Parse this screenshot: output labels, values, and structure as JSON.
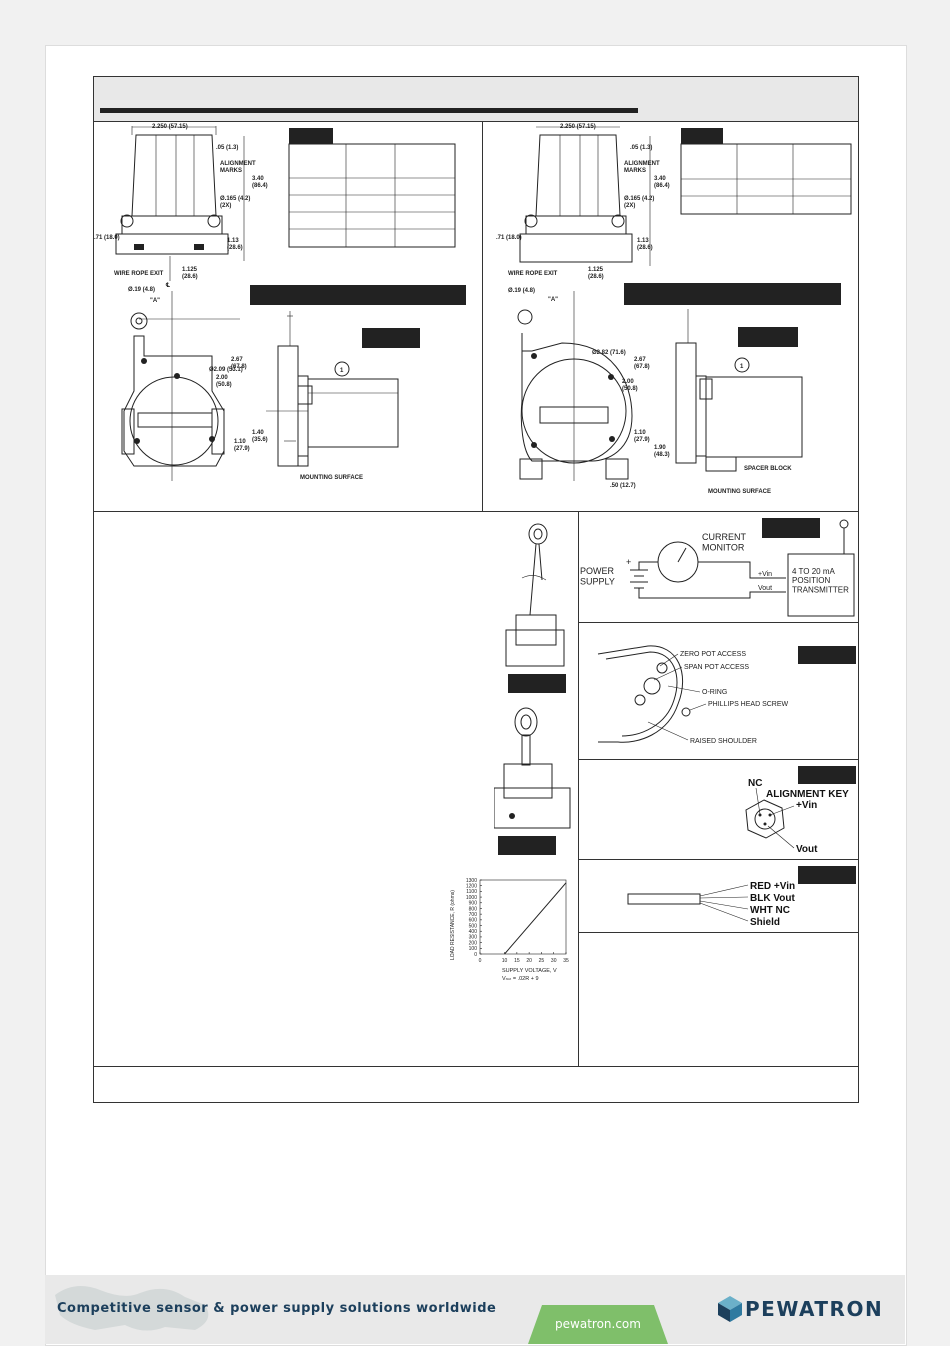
{
  "drawing_left": {
    "dims": {
      "width_top": "2.250 (57.15)",
      "gap_top": ".05 (1.3)",
      "height_total": "3.40\n(86.4)",
      "align_marks": "ALIGNMENT\nMARKS",
      "hole_dia": "Ø.165 (4.2)\n(2X)",
      "side_left": ".71 (18.0)",
      "base_h": "1.13\n(28.6)",
      "wire_exit": "WIRE ROPE EXIT",
      "base_w": "1.125\n(28.6)",
      "ring_dia": "Ø.19 (4.8)",
      "a_mark": "\"A\"",
      "h267": "2.67\n(67.8)",
      "drum_dia": "Ø2.09 (53.1)",
      "h200": "2.00\n(50.8)",
      "h140": "1.40\n(35.6)",
      "h110": "1.10\n(27.9)",
      "mounting": "MOUNTING SURFACE",
      "callout": "1",
      "cl": "℄"
    }
  },
  "drawing_right": {
    "dims": {
      "width_top": "2.250 (57.15)",
      "gap_top": ".05 (1.3)",
      "height_total": "3.40\n(86.4)",
      "align_marks": "ALIGNMENT\nMARKS",
      "hole_dia": "Ø.165 (4.2)\n(2X)",
      "side_left": ".71 (18.0)",
      "base_h": "1.13\n(28.6)",
      "wire_exit": "WIRE ROPE EXIT",
      "base_w": "1.125\n(28.6)",
      "ring_dia": "Ø.19 (4.8)",
      "a_mark": "\"A\"",
      "h267": "2.67\n(67.8)",
      "drum_dia": "Ø2.82 (71.6)",
      "h200": "2.00\n(50.8)",
      "h110": "1.10\n(27.9)",
      "h190": "1.90\n(48.3)",
      "spacer": "SPACER BLOCK",
      "mounting": "MOUNTING SURFACE",
      "w50": ".50 (12.7)",
      "callout": "1",
      "cl": "℄"
    }
  },
  "wiring": {
    "current_monitor": "CURRENT\nMONITOR",
    "power_supply": "POWER\nSUPPLY",
    "plus": "+",
    "vin": "+Vin",
    "vout": "Vout",
    "transmitter": "4 TO 20 mA\nPOSITION\nTRANSMITTER"
  },
  "access": {
    "zero": "ZERO POT ACCESS",
    "span": "SPAN POT ACCESS",
    "oring": "O-RING",
    "screw": "PHILLIPS HEAD SCREW",
    "shoulder": "RAISED SHOULDER"
  },
  "connector": {
    "nc": "NC",
    "key": "ALIGNMENT KEY",
    "vin": "+Vin",
    "vout": "Vout"
  },
  "cable": {
    "red": "RED  +Vin",
    "blk": "BLK  Vout",
    "wht": "WHT  NC",
    "shield": "Shield"
  },
  "chart_data": {
    "type": "line",
    "x": [
      10,
      35
    ],
    "series": [
      {
        "values": [
          0,
          1250
        ]
      }
    ],
    "xlabel": "SUPPLY VOLTAGE, V",
    "ylabel": "LOAD RESISTANCE, R (ohms)",
    "formula": "Vₘₙ = .02R + 9",
    "xticks": [
      "0",
      "10",
      "15",
      "20",
      "25",
      "30",
      "35"
    ],
    "yticks": [
      "0",
      "100",
      "200",
      "300",
      "400",
      "500",
      "600",
      "700",
      "800",
      "900",
      "1000",
      "1100",
      "1200",
      "1300"
    ],
    "xlim": [
      0,
      35
    ],
    "ylim": [
      0,
      1300
    ],
    "grid": false
  },
  "footer": {
    "tagline": "Competitive sensor & power supply solutions worldwide",
    "website": "pewatron.com",
    "brand": "PEWATRON"
  },
  "colors": {
    "brand": "#1c3f5c",
    "web_badge": "#7fbf6a",
    "header_bg": "#e8e8e8"
  }
}
